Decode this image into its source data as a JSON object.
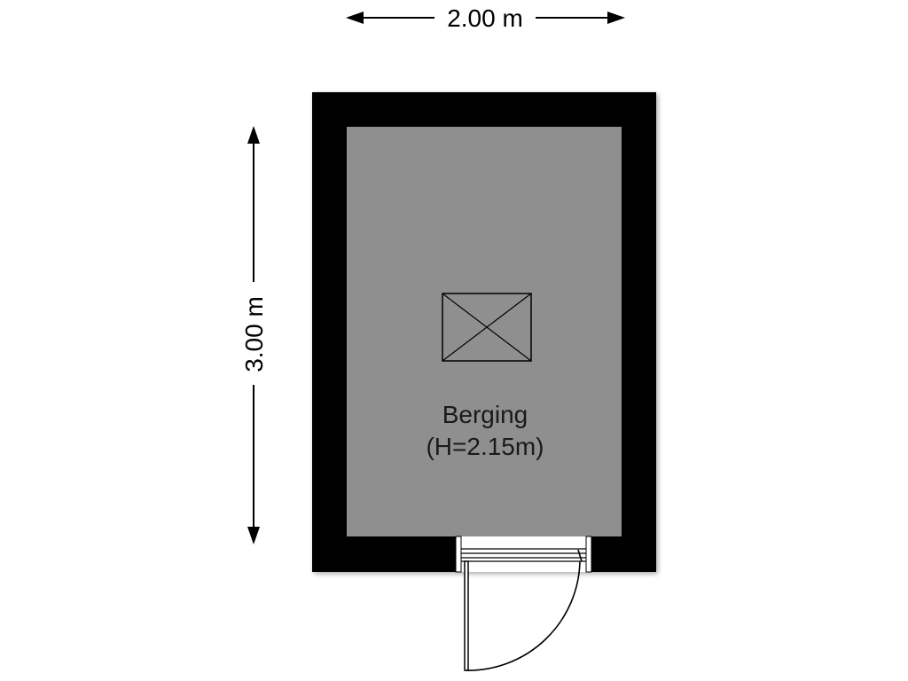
{
  "dimensions": {
    "width_label": "2.00 m",
    "height_label": "3.00 m"
  },
  "room": {
    "name": "Berging",
    "height_note": "(H=2.15m)"
  },
  "colors": {
    "wall": "#000000",
    "floor": "#8f8f8f",
    "background": "#ffffff"
  },
  "icons": {
    "hatch": "hatch-icon",
    "door": "door-swing-icon"
  }
}
